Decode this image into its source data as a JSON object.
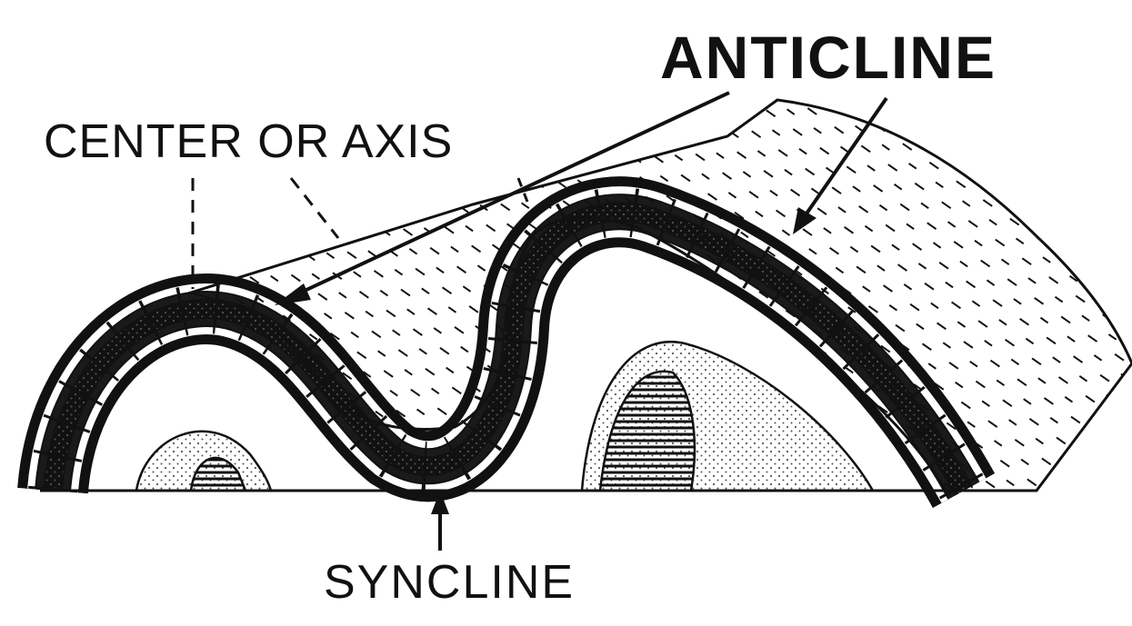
{
  "labels": {
    "anticline": "ANTICLINE",
    "center_axis": "CENTER OR AXIS",
    "syncline": "SYNCLINE"
  },
  "colors": {
    "ink": "#111111",
    "background": "#ffffff",
    "stipple": "#555555"
  },
  "layers": [
    {
      "name": "top-surface",
      "pattern": "dashes"
    },
    {
      "name": "outer-band",
      "pattern": "hatching"
    },
    {
      "name": "checkered-band",
      "pattern": "checker"
    },
    {
      "name": "dark-band",
      "pattern": "solid-dark"
    },
    {
      "name": "dotted-core",
      "pattern": "dots"
    },
    {
      "name": "inner-core",
      "pattern": "horizontal-lines"
    }
  ]
}
